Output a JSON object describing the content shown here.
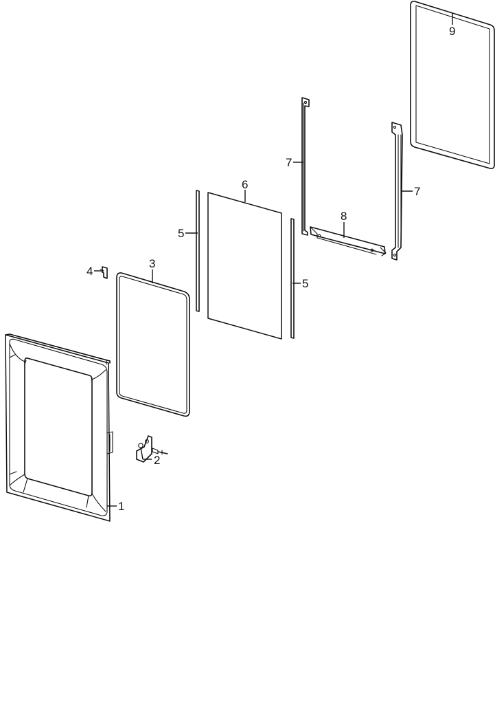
{
  "diagram": {
    "type": "exploded-parts-view",
    "callouts": [
      "1",
      "2",
      "3",
      "4",
      "5",
      "5",
      "6",
      "7",
      "7",
      "8",
      "9"
    ]
  }
}
